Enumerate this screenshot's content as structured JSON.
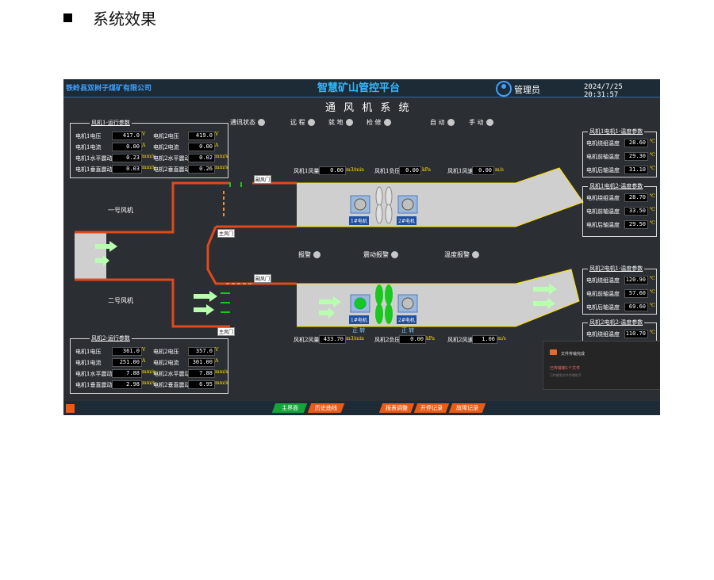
{
  "doc": {
    "title": "系统效果"
  },
  "header": {
    "company": "铁岭县双树子煤矿有限公司",
    "center_title": "智慧矿山管控平台",
    "user": "管理员",
    "datetime": "2024/7/25 20:31:57"
  },
  "page_title": "通 风 机 系 统",
  "status": {
    "comm": "通讯状态",
    "remote": "远 程",
    "local": "就 地",
    "maintain": "检 修",
    "auto": "自 动",
    "manual": "手 动"
  },
  "fan1_panel": {
    "title": "风机1-运行参数",
    "rows": [
      {
        "l1": "电机1电压",
        "v1": "417.0",
        "u1": "V",
        "l2": "电机2电压",
        "v2": "419.0",
        "u2": "V"
      },
      {
        "l1": "电机1电流",
        "v1": "0.00",
        "u1": "A",
        "l2": "电机2电流",
        "v2": "0.00",
        "u2": "A"
      },
      {
        "l1": "电机1水平震动",
        "v1": "0.23",
        "u1": "mm/s",
        "l2": "电机2水平震动",
        "v2": "0.02",
        "u2": "mm/s"
      },
      {
        "l1": "电机1垂直震动",
        "v1": "0.03",
        "u1": "mm/s",
        "l2": "电机2垂直震动",
        "v2": "0.26",
        "u2": "mm/s"
      }
    ]
  },
  "fan2_panel": {
    "title": "风机2-运行参数",
    "rows": [
      {
        "l1": "电机1电压",
        "v1": "361.0",
        "u1": "V",
        "l2": "电机2电压",
        "v2": "357.0",
        "u2": "V"
      },
      {
        "l1": "电机1电流",
        "v1": "251.00",
        "u1": "A",
        "l2": "电机2电流",
        "v2": "301.00",
        "u2": "A"
      },
      {
        "l1": "电机1水平震动",
        "v1": "7.88",
        "u1": "mm/s",
        "l2": "电机2水平震动",
        "v2": "7.88",
        "u2": "mm/s"
      },
      {
        "l1": "电机1垂直震动",
        "v1": "2.98",
        "u1": "mm/s",
        "l2": "电机2垂直震动",
        "v2": "6.95",
        "u2": "mm/s"
      }
    ]
  },
  "temp_panels": [
    {
      "title": "风机1电机1-温度参数",
      "rows": [
        {
          "label": "电机绕组温度",
          "value": "28.60",
          "unit": "℃"
        },
        {
          "label": "电机前轴温度",
          "value": "29.30",
          "unit": "℃"
        },
        {
          "label": "电机后轴温度",
          "value": "31.10",
          "unit": "℃"
        }
      ]
    },
    {
      "title": "风机1电机2-温度参数",
      "rows": [
        {
          "label": "电机绕组温度",
          "value": "28.70",
          "unit": "℃"
        },
        {
          "label": "电机前轴温度",
          "value": "33.50",
          "unit": "℃"
        },
        {
          "label": "电机后轴温度",
          "value": "29.50",
          "unit": "℃"
        }
      ]
    },
    {
      "title": "风机2电机1-温度参数",
      "rows": [
        {
          "label": "电机绕组温度",
          "value": "120.90",
          "unit": "℃"
        },
        {
          "label": "电机前轴温度",
          "value": "57.60",
          "unit": "℃"
        },
        {
          "label": "电机后轴温度",
          "value": "69.60",
          "unit": "℃"
        }
      ]
    },
    {
      "title": "风机2电机2-温度参数",
      "rows": [
        {
          "label": "电机绕组温度",
          "value": "110.70",
          "unit": "℃"
        }
      ]
    }
  ],
  "fan1_readings": {
    "air_volume_label": "风机1风量",
    "air_volume": "0.00",
    "air_volume_unit": "m3/min",
    "pressure_label": "风机1负压",
    "pressure": "0.00",
    "pressure_unit": "kPa",
    "speed_label": "风机1风速",
    "speed": "0.00",
    "speed_unit": "m/s"
  },
  "fan2_readings": {
    "air_volume_label": "风机2风量",
    "air_volume": "433.70",
    "air_volume_unit": "m3/min",
    "pressure_label": "风机2负压",
    "pressure": "0.00",
    "pressure_unit": "kPa",
    "speed_label": "风机2风速",
    "speed": "1.06",
    "speed_unit": "m/s"
  },
  "labels": {
    "fan1_name": "一号风机",
    "fan2_name": "二号风机",
    "door_bypass": "副风门",
    "door_main": "主风门",
    "motor1": "1#电机",
    "motor2": "2#电机",
    "forward": "正 转",
    "alarm": "报警",
    "vibration_alarm": "震动报警",
    "temp_alarm": "温度报警"
  },
  "nav": [
    "主界面",
    "历史曲线",
    "报表调整",
    "开停记录",
    "故障记录"
  ],
  "notification": {
    "title": "文件传输完成",
    "message": "已传输第1个文件",
    "sub": "已传输到文件传输助手"
  },
  "colors": {
    "accent": "#3fa0ff",
    "duct": "#cfcfcf",
    "wall": "#e04a1a",
    "running": "#18c81e",
    "arrow": "#b8ffb0"
  }
}
